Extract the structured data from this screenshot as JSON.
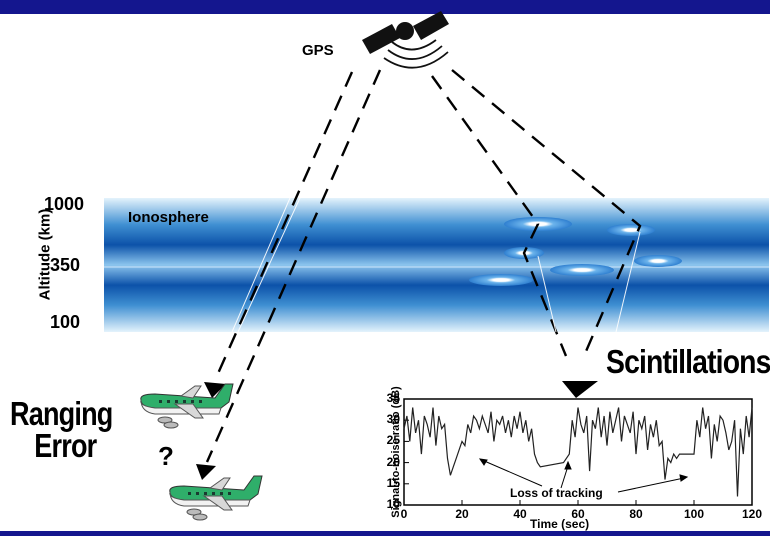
{
  "satellite_label": "GPS",
  "layer_label": "Ionosphere",
  "altitude": {
    "axis_label": "Altitude (km)",
    "ticks": [
      "1000",
      "350",
      "100"
    ]
  },
  "left_caption": {
    "line1": "Ranging",
    "line2": "Error"
  },
  "question_mark": "?",
  "right_caption": "Scintillations",
  "colors": {
    "frame_bar": "#14168e",
    "band_dark": "#0b4fa8",
    "band_light": "#d6ecfb",
    "plane_body": "#2fae6a"
  },
  "chart_data": {
    "type": "line",
    "xlabel": "Time (sec)",
    "ylabel": "Signal-to-noise ratio (dB)",
    "xlim": [
      0,
      120
    ],
    "ylim": [
      10,
      35
    ],
    "xticks": [
      "0",
      "20",
      "40",
      "60",
      "80",
      "100",
      "120"
    ],
    "yticks": [
      "10",
      "15",
      "20",
      "25",
      "30",
      "35"
    ],
    "annotation": "Loss of tracking",
    "series": [
      {
        "x": [
          0,
          1,
          2,
          3,
          4,
          5,
          6,
          7,
          8,
          9,
          10,
          11,
          12,
          13,
          14,
          15,
          16,
          17,
          18,
          19,
          20,
          21,
          22,
          23,
          24,
          25,
          26,
          27,
          28,
          29,
          30,
          31,
          32,
          33,
          34,
          35,
          36,
          37,
          38,
          39,
          40,
          41,
          42,
          43,
          44,
          45,
          46,
          47,
          55,
          57,
          58,
          59,
          60,
          61,
          62,
          63,
          64,
          65,
          66,
          67,
          68,
          69,
          70,
          71,
          72,
          73,
          74,
          75,
          76,
          77,
          78,
          79,
          80,
          81,
          82,
          83,
          84,
          85,
          86,
          87,
          88,
          89,
          90,
          91,
          92,
          93,
          94,
          95,
          96,
          97,
          98,
          99,
          100,
          101,
          102,
          103,
          104,
          105,
          106,
          107,
          108,
          109,
          110,
          111,
          112,
          113,
          114,
          115,
          116,
          117,
          118,
          119,
          120
        ],
        "y": [
          28,
          31,
          25,
          33,
          27,
          30,
          22,
          31,
          29,
          26,
          33,
          24,
          31,
          28,
          29,
          21,
          17,
          19,
          21,
          23,
          25,
          24,
          29,
          27,
          31,
          30,
          28,
          31,
          29,
          27,
          32,
          25,
          30,
          29,
          31,
          27,
          30,
          26,
          31,
          28,
          32,
          27,
          30,
          25,
          28,
          22,
          20,
          19,
          20,
          22,
          30,
          26,
          33,
          29,
          27,
          31,
          18,
          30,
          28,
          33,
          26,
          31,
          24,
          32,
          27,
          30,
          33,
          25,
          31,
          29,
          27,
          32,
          22,
          30,
          28,
          31,
          23,
          29,
          26,
          30,
          24,
          25,
          16,
          21,
          20,
          22,
          21,
          22,
          22,
          22,
          22,
          22,
          22,
          30,
          26,
          33,
          28,
          31,
          21,
          29,
          25,
          31,
          30,
          27,
          23,
          25,
          30,
          12,
          28,
          22,
          31,
          26,
          33
        ]
      }
    ]
  }
}
